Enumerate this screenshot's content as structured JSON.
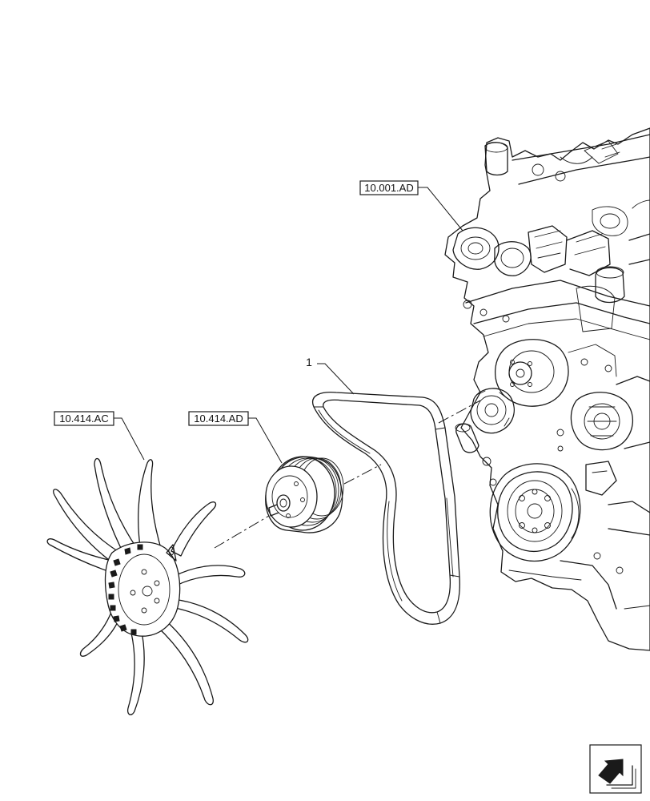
{
  "callouts": {
    "engine": "10.001.AD",
    "fan": "10.414.AC",
    "pulley": "10.414.AD"
  },
  "item_number": "1",
  "icons": {
    "engine": "engine-assembly-icon",
    "belt": "drive-belt-icon",
    "pulley": "pulley-icon",
    "fan": "cooling-fan-icon",
    "navigation": "next-page-arrow-icon"
  }
}
